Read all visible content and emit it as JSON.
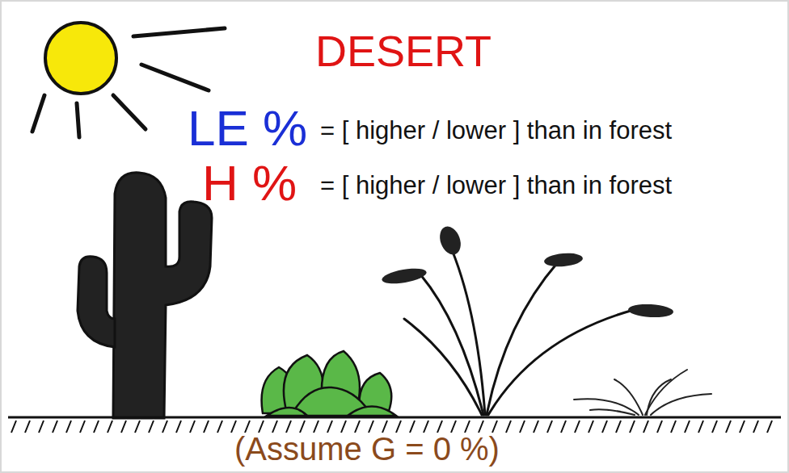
{
  "diagram": {
    "title": "DESERT",
    "labels": [
      "LE %",
      "= [ higher / lower ] than in forest",
      "H %",
      "= [ higher / lower ] than in forest",
      "(Assume G = 0 %)"
    ]
  }
}
